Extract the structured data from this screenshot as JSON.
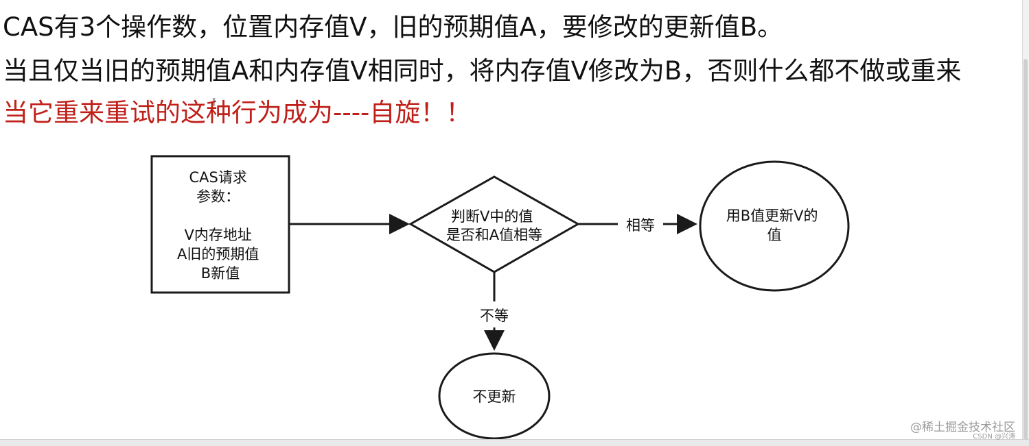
{
  "text": {
    "line1": "CAS有3个操作数，位置内存值V，旧的预期值A，要修改的更新值B。",
    "line2": "当且仅当旧的预期值A和内存值V相同时，将内存值V修改为B，否则什么都不做或重来",
    "line3": "当它重来重试的这种行为成为----自旋！！"
  },
  "diagram": {
    "box_lines": [
      "CAS请求",
      "参数：",
      "",
      "V内存地址",
      "A旧的预期值",
      "B新值"
    ],
    "decision_lines": [
      "判断V中的值",
      "是否和A值相等"
    ],
    "update_lines": [
      "用B值更新V的",
      "值"
    ],
    "no_update": "不更新",
    "equal_label": "相等",
    "not_equal_label": "不等"
  },
  "watermark": {
    "line1": "@稀土掘金技术社区",
    "line2": "CSDN @兴涛"
  },
  "colors": {
    "text": "#111111",
    "highlight": "#c0201a",
    "stroke": "#1a1a1a",
    "watermark": "#9a9a9a"
  }
}
